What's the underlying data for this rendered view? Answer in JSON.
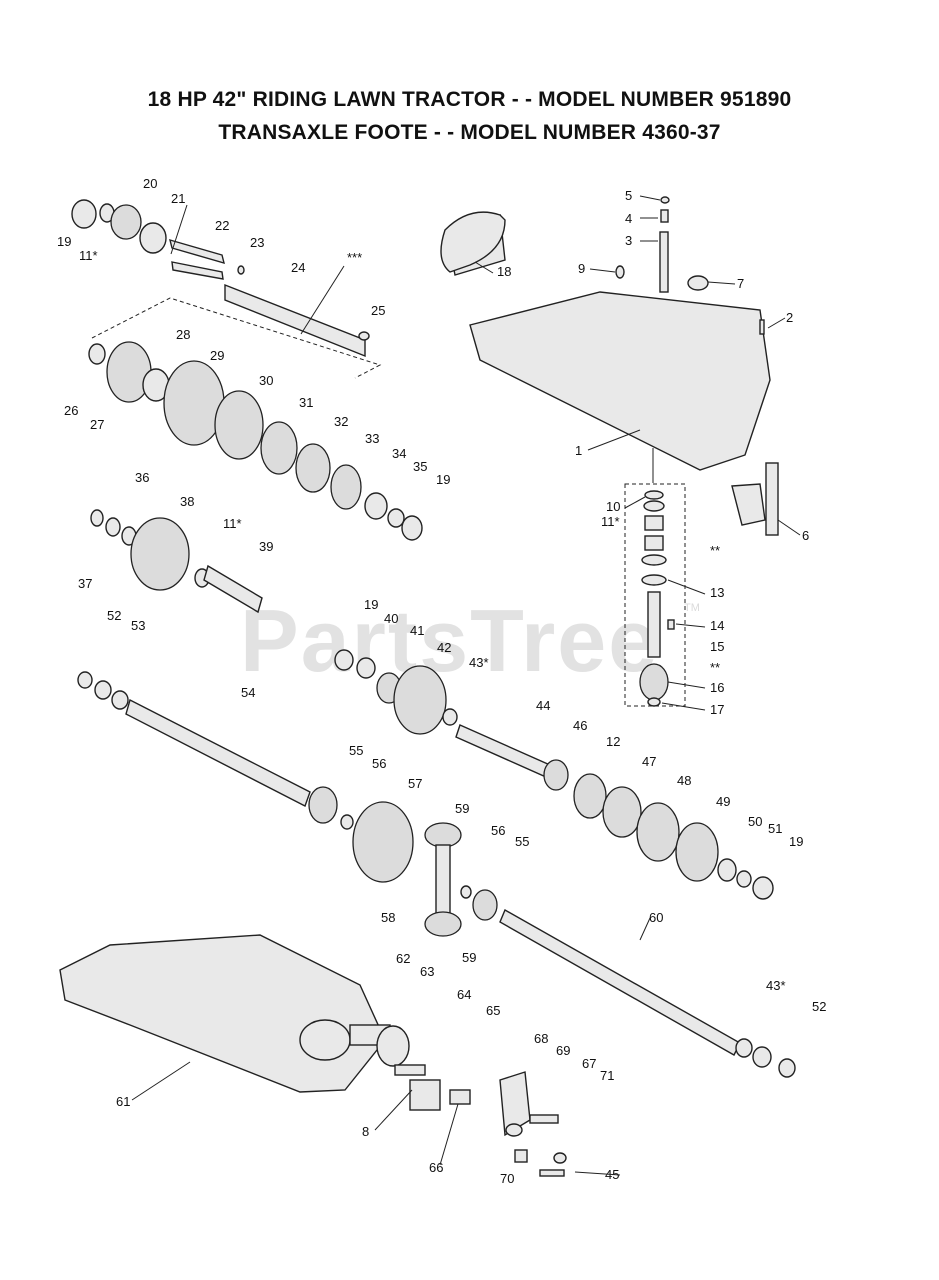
{
  "header": {
    "title_line1": "18 HP 42\" RIDING LAWN TRACTOR - - MODEL NUMBER 951890",
    "title_line2": "TRANSAXLE FOOTE - - MODEL NUMBER 4360-37"
  },
  "watermark": {
    "text": "PartsTree",
    "trademark": "TM"
  },
  "callouts": [
    "1",
    "2",
    "3",
    "4",
    "5",
    "6",
    "7",
    "8",
    "9",
    "10",
    "11*",
    "11*",
    "11*",
    "12",
    "13",
    "14",
    "15",
    "16",
    "17",
    "18",
    "19",
    "19",
    "19",
    "19",
    "20",
    "21",
    "22",
    "23",
    "24",
    "***",
    "25",
    "26",
    "27",
    "28",
    "29",
    "30",
    "31",
    "32",
    "33",
    "34",
    "35",
    "36",
    "37",
    "38",
    "39",
    "40",
    "41",
    "42",
    "43*",
    "43*",
    "44",
    "45",
    "46",
    "47",
    "48",
    "49",
    "50",
    "51",
    "52",
    "52",
    "53",
    "54",
    "55",
    "55",
    "56",
    "56",
    "57",
    "58",
    "59",
    "59",
    "60",
    "61",
    "62",
    "63",
    "64",
    "65",
    "66",
    "67",
    "68",
    "69",
    "70",
    "71",
    "**",
    "**"
  ]
}
